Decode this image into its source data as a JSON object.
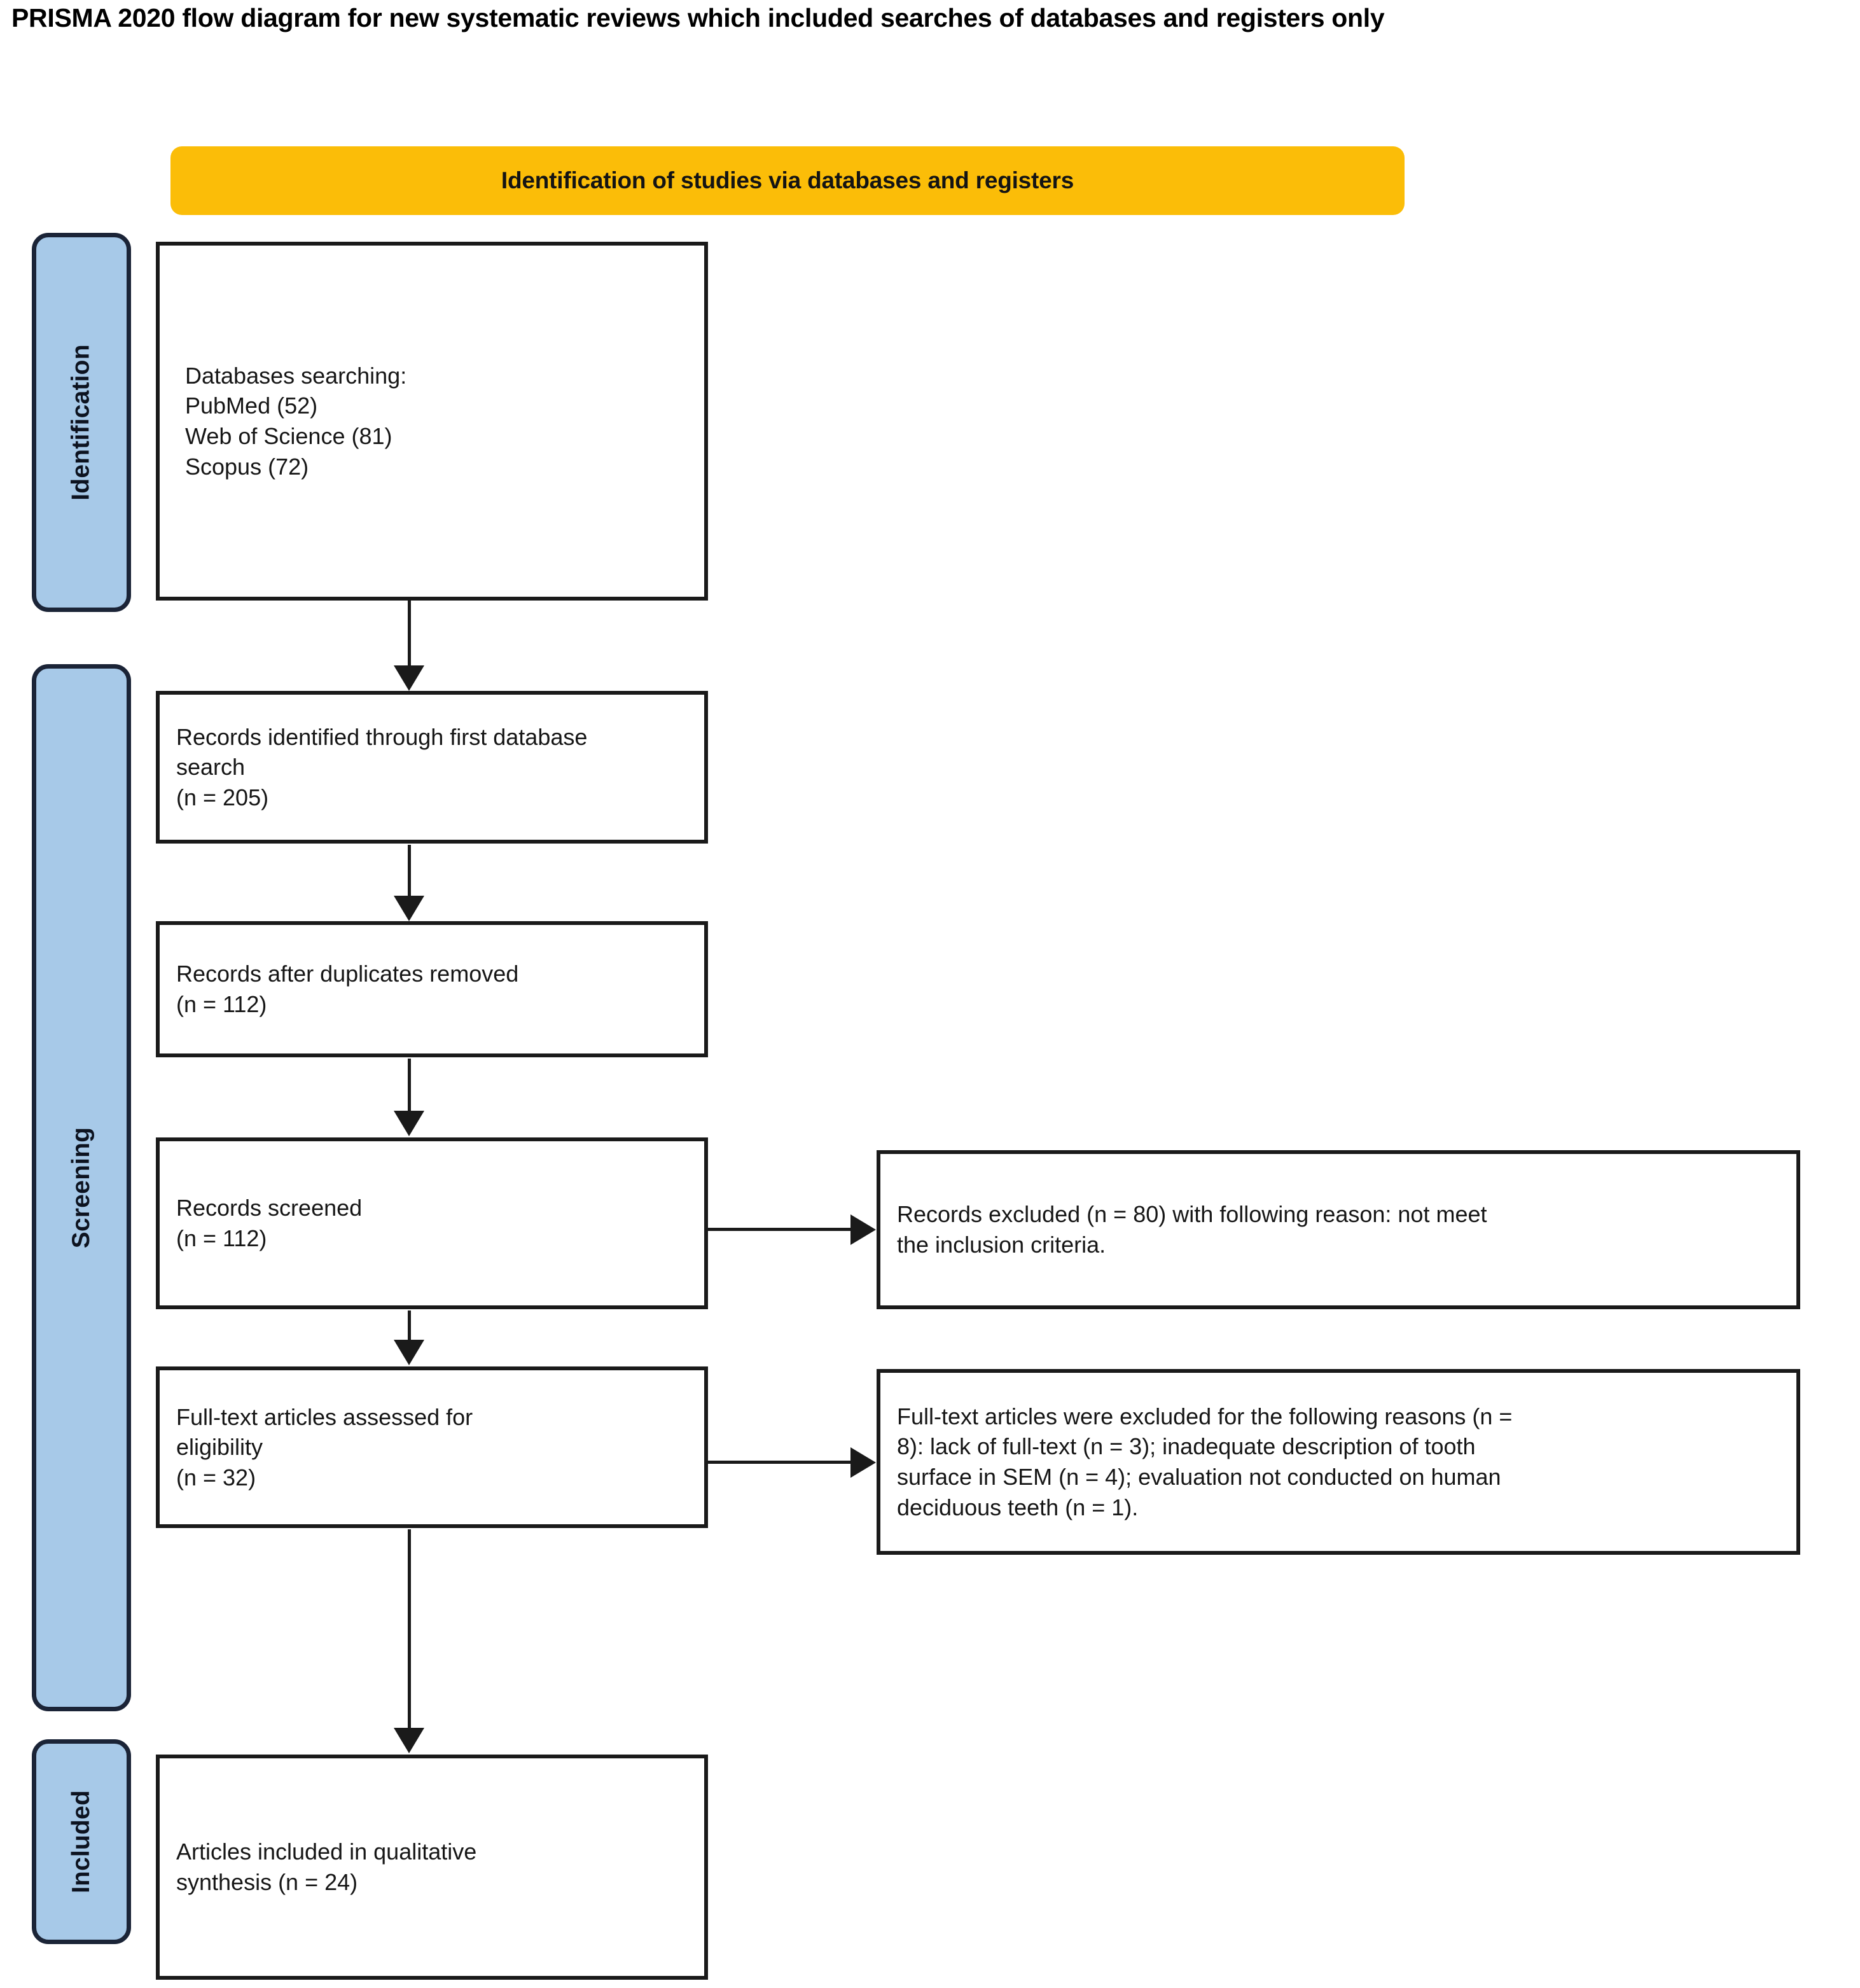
{
  "title": "PRISMA 2020 flow diagram for new systematic reviews which included searches of databases and registers only",
  "colors": {
    "banner": "#fbbd08",
    "phase_bar_fill": "#a7c9e8",
    "phase_bar_border": "#1b2437",
    "box_border": "#1a1a1a",
    "text": "#161616"
  },
  "banner": {
    "label": "Identification of studies via databases and registers"
  },
  "phases": [
    {
      "id": "identification",
      "label": "Identification"
    },
    {
      "id": "screening",
      "label": "Screening"
    },
    {
      "id": "included",
      "label": "Included"
    }
  ],
  "boxes": {
    "databases": "Databases searching:\nPubMed (52)\nWeb of Science (81)\nScopus (72)",
    "records_identified": "Records identified through first database\nsearch\n(n = 205)",
    "duplicates_removed": "Records after duplicates removed\n(n = 112)",
    "records_screened": "Records screened\n(n = 112)",
    "records_excluded": "Records excluded (n = 80) with following reason: not meet\nthe inclusion criteria.",
    "fulltext_assessed": "Full-text articles assessed for\neligibility\n(n = 32)",
    "fulltext_excluded": "Full-text articles were excluded for the following reasons (n =\n8): lack of full-text (n = 3); inadequate description of tooth\nsurface in SEM (n = 4); evaluation not conducted on human\ndeciduous teeth (n = 1).",
    "articles_included": "Articles included in qualitative\nsynthesis (n = 24)"
  },
  "chart_data": {
    "type": "table",
    "title": "PRISMA 2020 flow diagram for new systematic reviews which included searches of databases and registers only",
    "phases": [
      "Identification",
      "Screening",
      "Included"
    ],
    "nodes": [
      {
        "id": "databases",
        "phase": "Identification",
        "label": "Databases searching",
        "sources": [
          {
            "name": "PubMed",
            "n": 52
          },
          {
            "name": "Web of Science",
            "n": 81
          },
          {
            "name": "Scopus",
            "n": 72
          }
        ]
      },
      {
        "id": "records_identified",
        "phase": "Screening",
        "label": "Records identified through first database search",
        "n": 205
      },
      {
        "id": "duplicates_removed",
        "phase": "Screening",
        "label": "Records after duplicates removed",
        "n": 112
      },
      {
        "id": "records_screened",
        "phase": "Screening",
        "label": "Records screened",
        "n": 112
      },
      {
        "id": "records_excluded",
        "phase": "Screening",
        "label": "Records excluded with following reason: not meet the inclusion criteria",
        "n": 80
      },
      {
        "id": "fulltext_assessed",
        "phase": "Screening",
        "label": "Full-text articles assessed for eligibility",
        "n": 32
      },
      {
        "id": "fulltext_excluded",
        "phase": "Screening",
        "label": "Full-text articles excluded",
        "n": 8,
        "reasons": [
          {
            "reason": "lack of full-text",
            "n": 3
          },
          {
            "reason": "inadequate description of tooth surface in SEM",
            "n": 4
          },
          {
            "reason": "evaluation not conducted on human deciduous teeth",
            "n": 1
          }
        ]
      },
      {
        "id": "articles_included",
        "phase": "Included",
        "label": "Articles included in qualitative synthesis",
        "n": 24
      }
    ],
    "edges": [
      {
        "from": "databases",
        "to": "records_identified",
        "direction": "down"
      },
      {
        "from": "records_identified",
        "to": "duplicates_removed",
        "direction": "down"
      },
      {
        "from": "duplicates_removed",
        "to": "records_screened",
        "direction": "down"
      },
      {
        "from": "records_screened",
        "to": "records_excluded",
        "direction": "right"
      },
      {
        "from": "records_screened",
        "to": "fulltext_assessed",
        "direction": "down"
      },
      {
        "from": "fulltext_assessed",
        "to": "fulltext_excluded",
        "direction": "right"
      },
      {
        "from": "fulltext_assessed",
        "to": "articles_included",
        "direction": "down"
      }
    ]
  }
}
